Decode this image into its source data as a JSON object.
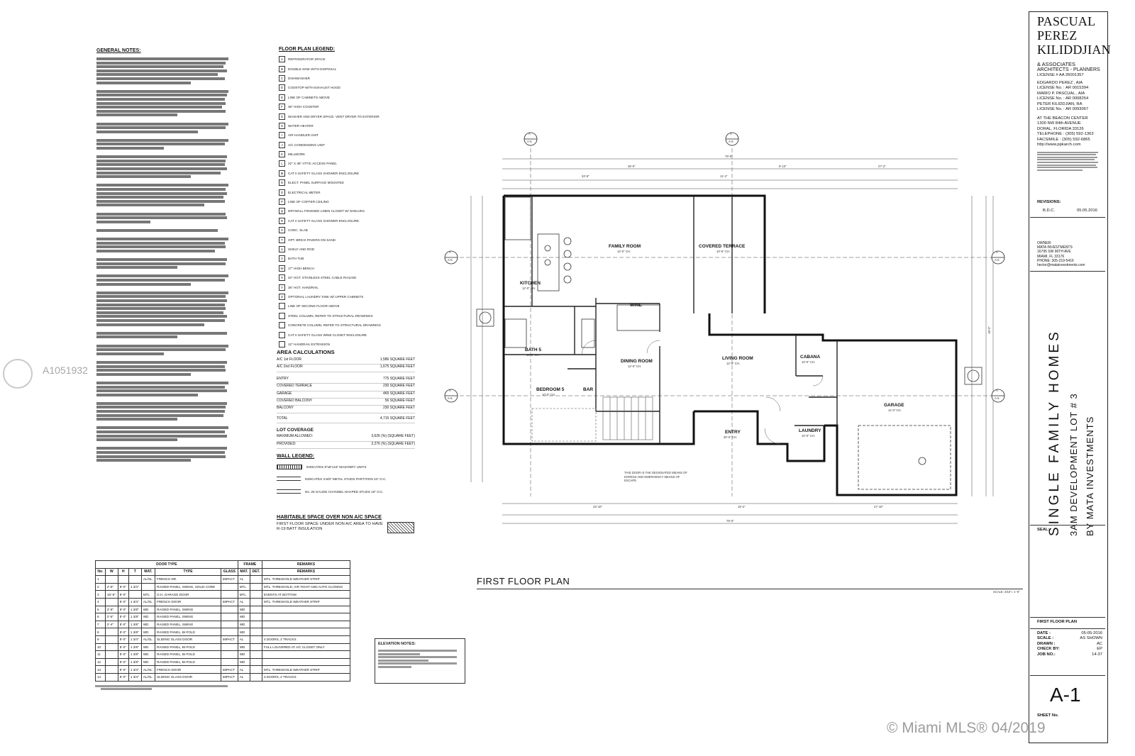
{
  "watermark": {
    "left": "A1051932",
    "bottom_right": "© Miami MLS® 04/2019"
  },
  "general_notes": {
    "heading": "GENERAL NOTES:"
  },
  "floor_plan_legend": {
    "heading": "FLOOR PLAN LEGEND:",
    "items": [
      {
        "key": "A",
        "text": "REFRIGERATOR SPACE"
      },
      {
        "key": "B",
        "text": "DOUBLE SINK WITH DISPOSAL"
      },
      {
        "key": "C",
        "text": "DISHWASHER"
      },
      {
        "key": "D",
        "text": "COOKTOP WITH EXHAUST HOOD"
      },
      {
        "key": "E",
        "text": "LINE OF CABINETS ABOVE"
      },
      {
        "key": "F",
        "text": "36\" HIGH COUNTER"
      },
      {
        "key": "G",
        "text": "WASHER AND DRYER SPACE. VENT DRYER TO EXTERIOR"
      },
      {
        "key": "H",
        "text": "WATER HEATER"
      },
      {
        "key": "I",
        "text": "AIR HANDLER UNIT"
      },
      {
        "key": "J",
        "text": "A/C CONDENSING UNIT"
      },
      {
        "key": "K",
        "text": "MILLWORK"
      },
      {
        "key": "L",
        "text": "22\" X 36\" ATTIC ACCESS PANEL"
      },
      {
        "key": "M",
        "text": "CAT II SAFETY GLASS SHOWER ENCLOSURE"
      },
      {
        "key": "N",
        "text": "ELECT. PANEL SURFACE MOUNTED"
      },
      {
        "key": "O",
        "text": "ELECTRICAL METER"
      },
      {
        "key": "P",
        "text": "LINE OF COFFER CEILING"
      },
      {
        "key": "Q",
        "text": "DRYWALL FINISHED LINEN CLOSET W/ SHELVES"
      },
      {
        "key": "R",
        "text": "CAT II SAFETY GLASS SHOWER ENCLOSURE"
      },
      {
        "key": "S",
        "text": "CONC. SLAB"
      },
      {
        "key": "T",
        "text": "OPT. BRICK PAVERS ON SAND"
      },
      {
        "key": "U",
        "text": "SHELF AND ROD"
      },
      {
        "key": "V",
        "text": "BATH TUB"
      },
      {
        "key": "W",
        "text": "17\" HIGH BENCH"
      },
      {
        "key": "X",
        "text": "42\" HGT. STAINLESS STEEL CABLE RAILING"
      },
      {
        "key": "Y",
        "text": "36\" HGT. HANDRAIL"
      },
      {
        "key": "Z",
        "text": "OPTIONAL LAUNDRY SINK W/ UPPER CABINETS"
      },
      {
        "key": "",
        "text": "LINE OF SECOND FLOOR ABOVE"
      },
      {
        "key": "",
        "text": "STEEL COLUMN, REFER TO STRUCTURAL DRAWINGS"
      },
      {
        "key": "",
        "text": "CONCRETE COLUMN, REFER TO STRUCTURAL DRAWINGS"
      },
      {
        "key": "",
        "text": "CAT II SAFETY GLASS WINE CLOSET ENCLOSURE"
      },
      {
        "key": "",
        "text": "12\" HANDRAIL EXTENSION"
      }
    ]
  },
  "area_calculations": {
    "heading": "AREA CALCULATIONS",
    "rows": [
      {
        "label": "A/C 1st FLOOR",
        "value": "1,586 SQUARE FEET"
      },
      {
        "label": "A/C 2nd FLOOR",
        "value": "1,675 SQUARE FEET"
      },
      {
        "label": "ENTRY",
        "value": "775 SQUARE FEET"
      },
      {
        "label": "COVERED TERRACE",
        "value": "230 SQUARE FEET"
      },
      {
        "label": "GARAGE",
        "value": "465 SQUARE FEET"
      },
      {
        "label": "COVERED BALCONY",
        "value": "56 SQUARE FEET"
      },
      {
        "label": "BALCONY",
        "value": "230 SQUARE FEET"
      },
      {
        "label": "TOTAL",
        "value": "4,715 SQUARE FEET"
      }
    ],
    "lot_coverage_heading": "LOT COVERAGE",
    "lot_rows": [
      {
        "label": "MAXIMUM ALLOWED:",
        "value": "3,626 (%) (SQUARE FEET)"
      },
      {
        "label": "PROVIDED:",
        "value": "2,276 (%) (SQUARE FEET)"
      }
    ]
  },
  "wall_legend": {
    "heading": "WALL LEGEND:",
    "items": [
      "INDICATES 8\"x8\"x16\" MASONRY UNITS",
      "INDICATES 3-5/8\" METAL STUDS PARTITION 24\" O.C.",
      "No. 25 GAUGE CHANNEL-SHAPED STUDS 16\" O.C."
    ]
  },
  "habitable": {
    "heading": "HABITABLE SPACE OVER NON A/C SPACE",
    "text": "FIRST FLOOR SPACE UNDER NON A/C AREA TO HAVE R-19 BATT INSULATION"
  },
  "door_table": {
    "headers": [
      "No.",
      "W",
      "H",
      "T",
      "MAT.",
      "TYPE",
      "GLASS",
      "MAT.",
      "DET.",
      "REMARKS"
    ],
    "group_headers": {
      "door_type": "DOOR TYPE",
      "frame": "FRAME",
      "remarks": "REMARKS"
    },
    "rows": [
      [
        "1",
        "",
        "",
        "",
        "AL/GL",
        "FRENCH DR.",
        "IMPACT",
        "AL",
        "",
        "MTL. THRESHOLD WEATHER STRIP"
      ],
      [
        "2",
        "2'-8\"",
        "8'-0\"",
        "1 3/4\"",
        "",
        "RAISED PANEL, SWING, SOLID CORE",
        "",
        "MTL",
        "",
        "MTL. THRESHOLD, AIR TIGHT AND AUTO CLOSING"
      ],
      [
        "3",
        "16'-8\"",
        "8'-0\"",
        "",
        "MTL",
        "O.H. GARAGE DOOR",
        "",
        "MTL",
        "",
        "EVENTS AT BOTTOM"
      ],
      [
        "4",
        "",
        "8'-0\"",
        "1 3/4\"",
        "AL/GL",
        "FRENCH DOOR",
        "IMPACT",
        "AL",
        "",
        "MTL. THRESHOLD WEATHER STRIP"
      ],
      [
        "5",
        "2'-8\"",
        "8'-0\"",
        "1 3/8\"",
        "WD",
        "RAISED PANEL, SWING",
        "",
        "WD",
        "",
        ""
      ],
      [
        "6",
        "2'-6\"",
        "8'-0\"",
        "1 3/8\"",
        "WD",
        "RAISED PANEL, SWING",
        "",
        "WD",
        "",
        ""
      ],
      [
        "7",
        "2'-4\"",
        "8'-0\"",
        "1 3/8\"",
        "WD",
        "RAISED PANEL, SWING",
        "",
        "WD",
        "",
        ""
      ],
      [
        "8",
        "",
        "8'-0\"",
        "1 3/8\"",
        "WD",
        "RAISED PANEL, BI-FOLD",
        "",
        "WD",
        "",
        ""
      ],
      [
        "9",
        "",
        "8'-0\"",
        "1 3/4\"",
        "AL/GL",
        "SLIDING GLASS DOOR",
        "IMPACT",
        "AL",
        "",
        "4 DOORS, 2 TRACKS"
      ],
      [
        "10",
        "",
        "8'-0\"",
        "1 3/8\"",
        "WD",
        "RAISED PANEL, BI-FOLD",
        "",
        "WD",
        "",
        "FULL LOUVERED AT A/C CLOSET ONLY"
      ],
      [
        "11",
        "",
        "8'-0\"",
        "1 3/8\"",
        "WD",
        "RAISED PANEL, BI-FOLD",
        "",
        "WD",
        "",
        ""
      ],
      [
        "12",
        "",
        "8'-0\"",
        "1 3/8\"",
        "WD",
        "RAISED PANEL, BI-FOLD",
        "",
        "WD",
        "",
        ""
      ],
      [
        "13",
        "",
        "8'-0\"",
        "1 3/4\"",
        "AL/GL",
        "FRENCH DOOR",
        "IMPACT",
        "AL",
        "",
        "MTL. THRESHOLD WEATHER STRIP"
      ],
      [
        "14",
        "",
        "8'-0\"",
        "1 3/4\"",
        "AL/GL",
        "SLIDING GLASS DOOR",
        "IMPACT",
        "AL",
        "",
        "3 DOORS, 2 TRACKS"
      ]
    ]
  },
  "elevation_notes": {
    "heading": "ELEVATION NOTES:"
  },
  "drawing": {
    "title": "FIRST FLOOR PLAN",
    "scale": "SCALE: 3/16\"= 1'-0\"",
    "rooms": [
      {
        "id": "family",
        "name": "FAMILY ROOM",
        "sub": "12'-0\" CH."
      },
      {
        "id": "covered-terrace",
        "name": "COVERED TERRACE",
        "sub": "10'-6\" CH."
      },
      {
        "id": "kitchen",
        "name": "KITCHEN",
        "sub": "12'-0\" CH."
      },
      {
        "id": "wine",
        "name": "WINE",
        "sub": ""
      },
      {
        "id": "bath5",
        "name": "BATH 5",
        "sub": "10'-0\" CH."
      },
      {
        "id": "dining",
        "name": "DINING ROOM",
        "sub": "12'-0\" CH."
      },
      {
        "id": "living",
        "name": "LIVING ROOM",
        "sub": "12'-0\" CH."
      },
      {
        "id": "cabana",
        "name": "CABANA",
        "sub": "10'-0\" CH."
      },
      {
        "id": "bedroom5",
        "name": "BEDROOM 5",
        "sub": "10'-0\" CH."
      },
      {
        "id": "bar",
        "name": "BAR",
        "sub": ""
      },
      {
        "id": "garage",
        "name": "GARAGE",
        "sub": "11'-0\" CH."
      },
      {
        "id": "entry",
        "name": "ENTRY",
        "sub": "30'-0\" CH."
      },
      {
        "id": "laundry",
        "name": "LAUNDRY",
        "sub": "10'-0\" CH."
      }
    ],
    "dimensions": {
      "top_total": "79'-0\"",
      "top_a": "45'-0\"",
      "top_b": "6'-10\"",
      "top_c": "27'-2\"",
      "top_d": "33'-8\"",
      "top_e": "11'-4\"",
      "bottom_total": "79'-0\"",
      "bottom_a": "33'-10\"",
      "bottom_b": "18'-2\"",
      "bottom_c": "27'-10\"",
      "right_total": "49'-0\""
    },
    "section_markers": [
      "A",
      "A-5",
      "A",
      "A-5",
      "A",
      "A-5",
      "A",
      "A-5",
      "A",
      "A-5",
      "A",
      "A-5"
    ],
    "door_note": "THIS DOOR IS THE DESIGNATED MEANS OF EGRESS AND EMERGENCY MEANS OF ESCAPE."
  },
  "title_block": {
    "firm": [
      "PASCUAL",
      "PEREZ",
      "KILIDDJIAN"
    ],
    "firm_sub": [
      "& ASSOCIATES",
      "ARCHITECTS - PLANNERS",
      "LICENSE # AA 26001357"
    ],
    "principals": [
      "EDGARDO PEREZ , AIA",
      "LICENSE No. : AR 0015394",
      "MARIO P. PASCUAL , AIA",
      "LICENSE No. : AR 0008254",
      "PETER KILIDDJIAN, RA",
      "LICENSE No. : AR 0093067"
    ],
    "address": [
      "AT THE BEACON CENTER",
      "1300 NW 84th AVENUE",
      "DORAL, FLORIDA 33126",
      "TELEPHONE : (305) 592-1363",
      "FACSIMILE : (305) 592-6865",
      "http://www.ppkarch.com"
    ],
    "revisions_label": "REVISIONS:",
    "revision_entry": "B.D.C.",
    "revision_date": "05.05.2016",
    "owner": [
      "OWNER:",
      "MATA INVESTMENTS",
      "16795 SW 90TH AVE",
      "MIAMI, FL 33176",
      "PHONE: 305-219-5416",
      "hector@matainvestments.com"
    ],
    "project": [
      "SINGLE FAMILY HOMES",
      "3AM DEVELOPMENT LOT # 3",
      "BY MATA INVESTMENTS"
    ],
    "seal_label": "SEAL:",
    "sheet_title": "FIRST FLOOR PLAN",
    "info": [
      {
        "label": "DATE :",
        "value": "05-05-2016"
      },
      {
        "label": "SCALE :",
        "value": "AS SHOWN"
      },
      {
        "label": "DRAWN :",
        "value": "AC"
      },
      {
        "label": "CHECK BY:",
        "value": "EP"
      },
      {
        "label": "JOB NO.:",
        "value": "14-37"
      }
    ],
    "sheet_number": "A-1",
    "sheet_no_label": "SHEET No."
  }
}
